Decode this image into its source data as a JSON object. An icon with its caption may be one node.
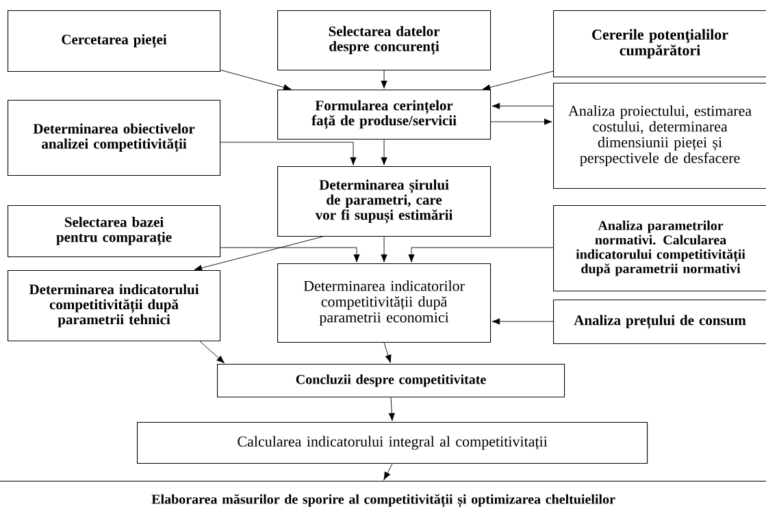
{
  "diagram": {
    "nodes": [
      {
        "text": [
          "Cercetarea pieței"
        ]
      },
      {
        "text": [
          "Selectarea datelor despre concurenți"
        ]
      },
      {
        "text": [
          "Cererile potenţialilor cumpărători"
        ]
      },
      {
        "text": [
          "Formularea cerințelor față de produse/servicii"
        ]
      },
      {
        "text": [
          "Analiza proiectului, estimarea costului, determinarea dimensiunii pieței și perspectivele de desfacere"
        ]
      },
      {
        "text": [
          "Determinarea obiectivelor analizei competitivității"
        ]
      },
      {
        "text": [
          "Determinarea șirului de parametri, care vor fi supuși estimării"
        ]
      },
      {
        "text": [
          "Selectarea bazei pentru comparație"
        ]
      },
      {
        "text": [
          "Analiza parametrilor normativi. Calcularea indicatorului competitivității după parametrii normativi"
        ]
      },
      {
        "text": [
          "Determinarea indicatorului competitivității după parametrii tehnici"
        ]
      },
      {
        "text": [
          "Determinarea indicatorilor competitivității după parametrii economici"
        ]
      },
      {
        "text": [
          "Analiza prețului de consum"
        ]
      },
      {
        "text": [
          "Concluzii despre competitivitate"
        ]
      },
      {
        "text": [
          "Calcularea indicatorului integral al competitivitații"
        ]
      },
      {
        "text": [
          "Elaborarea măsurilor de sporire al competitivității și optimizarea cheltuielilor"
        ]
      }
    ],
    "edges": [
      {
        "from": 0,
        "to": 3,
        "arrow": "to"
      },
      {
        "from": 1,
        "to": 3,
        "arrow": "to"
      },
      {
        "from": 2,
        "to": 3,
        "arrow": "to"
      },
      {
        "from": 4,
        "to": 3,
        "arrow": "to"
      },
      {
        "from": 3,
        "to": 4,
        "arrow": "to"
      },
      {
        "from": 3,
        "to": 6,
        "arrow": "to"
      },
      {
        "from": 5,
        "to": 6,
        "arrow": "to"
      },
      {
        "from": 6,
        "to": 10,
        "arrow": "to"
      },
      {
        "from": 7,
        "to": 10,
        "arrow": "to"
      },
      {
        "from": 8,
        "to": 10,
        "arrow": "to"
      },
      {
        "from": 6,
        "to": 9,
        "arrow": "to"
      },
      {
        "from": 11,
        "to": 10,
        "arrow": "to"
      },
      {
        "from": 9,
        "to": 12,
        "arrow": "to"
      },
      {
        "from": 10,
        "to": 12,
        "arrow": "to"
      },
      {
        "from": 12,
        "to": 13,
        "arrow": "to"
      },
      {
        "from": 13,
        "to": 14,
        "arrow": "to"
      }
    ]
  }
}
